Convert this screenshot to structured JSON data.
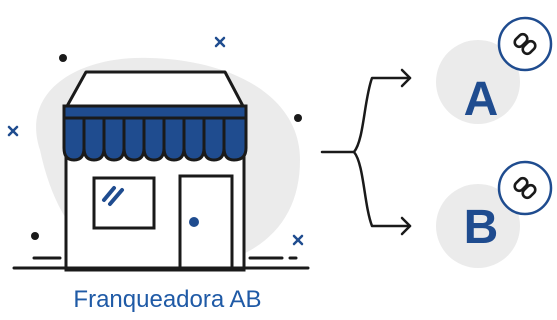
{
  "caption": "Franqueadora AB",
  "branches": [
    {
      "letter": "A",
      "icon": "link-icon"
    },
    {
      "letter": "B",
      "icon": "link-icon"
    }
  ],
  "colors": {
    "primary_blue": "#1f4c8f",
    "caption_blue": "#1f5aa6",
    "outline": "#1a1a1a",
    "circle_gray": "#ebebeb",
    "white": "#ffffff"
  }
}
